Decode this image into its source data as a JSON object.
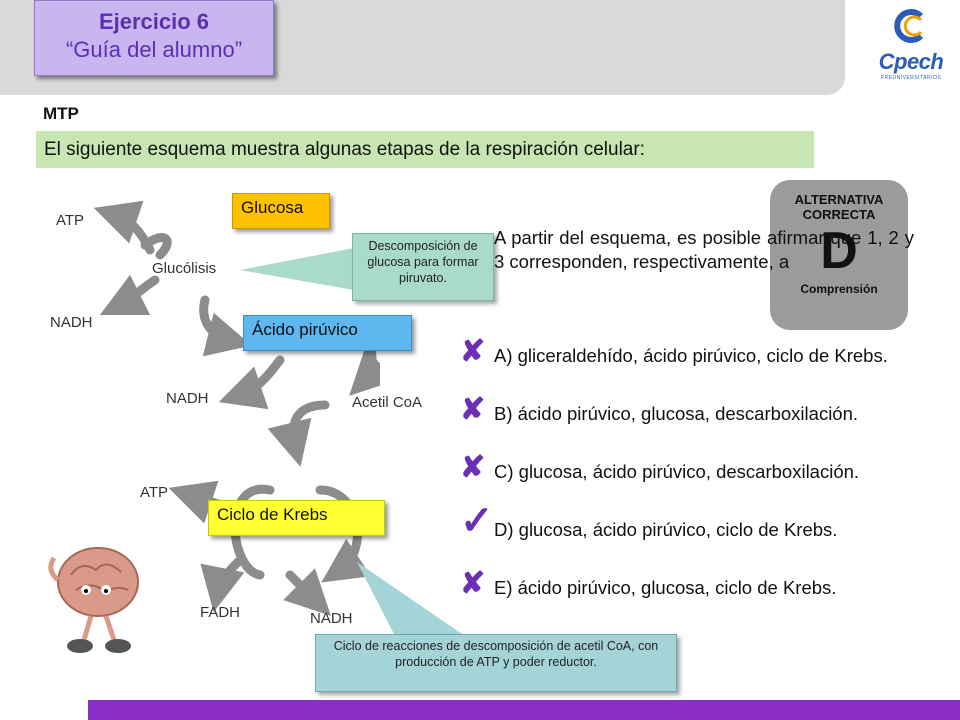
{
  "header": {
    "title": "Ejercicio 6",
    "subtitle": "“Guía del alumno”"
  },
  "logo": {
    "name": "Cpech",
    "sub": "PREUNIVERSITARIOS"
  },
  "section_label": "MTP",
  "intro": "El siguiente esquema muestra algunas etapas de la respiración celular:",
  "badge": {
    "line1": "ALTERNATIVA",
    "line2": "CORRECTA",
    "letter": "D",
    "skill": "Comprensión"
  },
  "diagram": {
    "labels": {
      "atp1": "ATP",
      "glucolisis": "Glucólisis",
      "nadh1": "NADH",
      "nadh2": "NADH",
      "acetil": "Acetil CoA",
      "atp2": "ATP",
      "fadh": "FADH",
      "nadh3": "NADH"
    },
    "tags": {
      "glucosa": "Glucosa",
      "acido": "Ácido pirúvico",
      "krebs": "Ciclo de Krebs"
    },
    "callout1": "Descomposición de glucosa para formar piruvato.",
    "callout2": "Ciclo de reacciones de descomposición de acetil CoA, con producción de ATP y poder reductor."
  },
  "question": "A partir del esquema, es posible afirmar que 1, 2 y 3 corresponden, respectivamente, a",
  "options": [
    {
      "text": "A) gliceraldehído, ácido pirúvico, ciclo de Krebs.",
      "mark": "✘"
    },
    {
      "text": "B) ácido pirúvico, glucosa, descarboxilación.",
      "mark": "✘"
    },
    {
      "text": "C) glucosa, ácido pirúvico, descarboxilación.",
      "mark": "✘"
    },
    {
      "text": "D) glucosa, ácido pirúvico, ciclo de Krebs.",
      "mark": "✓"
    },
    {
      "text": "E) ácido pirúvico, glucosa, ciclo de Krebs.",
      "mark": "✘"
    }
  ]
}
